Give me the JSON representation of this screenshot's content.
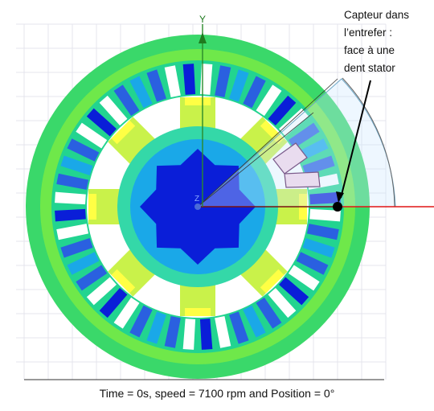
{
  "figure": {
    "axis_label_y": "Y",
    "axis_label_z": "Z",
    "annotation_lines": [
      "Capteur dans",
      "l’entrefer :",
      "face à une",
      "dent stator"
    ],
    "caption": "Time = 0s, speed = 7100 rpm and Position = 0°"
  },
  "motor": {
    "stator_slots": 48,
    "rotor_poles": 8
  },
  "colors": {
    "low": "#0a1ed8",
    "mid_low": "#1aa8e8",
    "mid": "#22e07a",
    "mid_high": "#c9f24a",
    "high": "#ffff44",
    "peak": "#ff7a1a",
    "axis_x": "#e01515",
    "axis_y": "#2a8a2a"
  }
}
